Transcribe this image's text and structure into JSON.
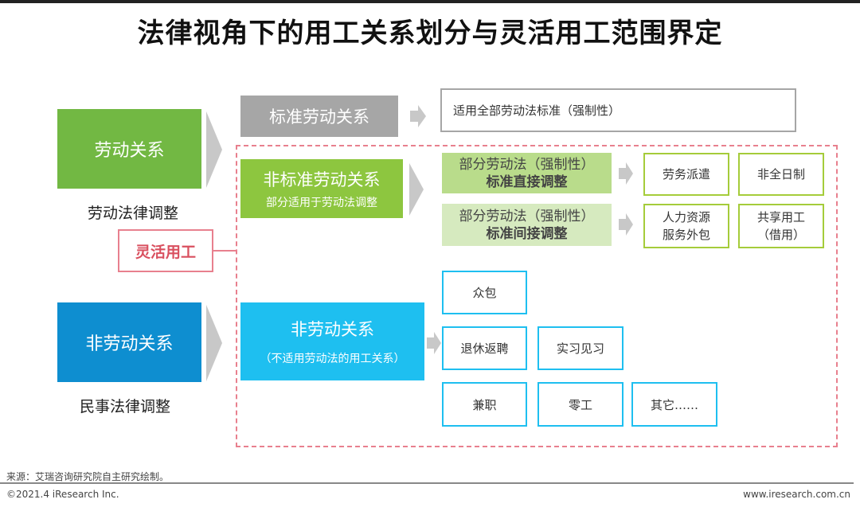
{
  "title": "法律视角下的用工关系划分与灵活用工范围界定",
  "left": {
    "labor_relation": "劳动关系",
    "labor_law_adjust": "劳动法律调整",
    "flexible_employment": "灵活用工",
    "non_labor_relation": "非劳动关系",
    "civil_law_adjust": "民事法律调整"
  },
  "standard": {
    "label": "标准劳动关系",
    "desc": "适用全部劳动法标准（强制性）"
  },
  "non_standard": {
    "label": "非标准劳动关系",
    "sub": "部分适用于劳动法调整",
    "direct": {
      "line1": "部分劳动法（强制性）",
      "line2": "标准直接调整",
      "items": [
        "劳务派遣",
        "非全日制"
      ]
    },
    "indirect": {
      "line1": "部分劳动法（强制性）",
      "line2": "标准间接调整",
      "items": [
        [
          "人力资源",
          "服务外包"
        ],
        [
          "共享用工",
          "（借用）"
        ]
      ]
    }
  },
  "non_labor": {
    "label": "非劳动关系",
    "sub": "（不适用劳动法的用工关系）",
    "items": [
      "众包",
      "退休返聘",
      "实习见习",
      "兼职",
      "零工",
      "其它……"
    ]
  },
  "footer": {
    "source": "来源：艾瑞咨询研究院自主研究绘制。",
    "copyright": "©2021.4 iResearch Inc.",
    "website": "www.iresearch.com.cn"
  },
  "colors": {
    "green": "#72b843",
    "blue": "#0e8ed0",
    "cyan": "#1ebff0",
    "lime": "#8dc63f",
    "gray": "#a6a6a6",
    "pink": "#e8808e"
  }
}
